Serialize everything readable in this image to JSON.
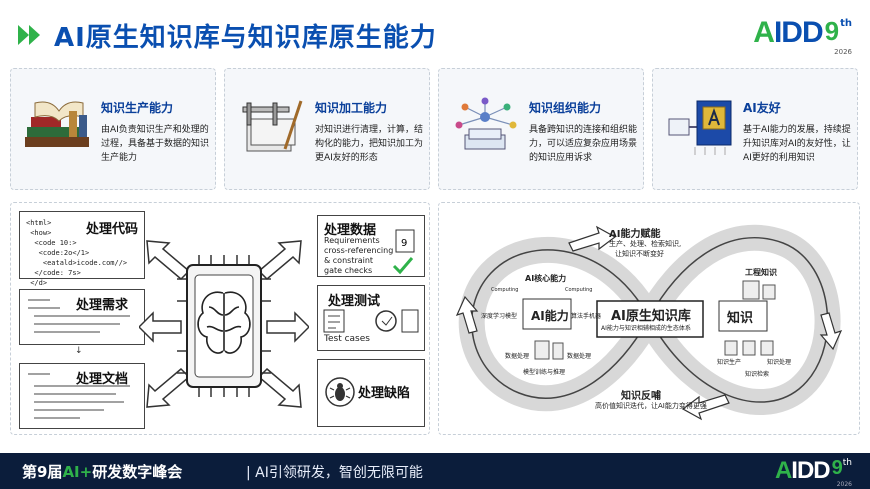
{
  "header": {
    "title": "AI原生知识库与知识库原生能力",
    "logo": {
      "a": "A",
      "rest": "IDD",
      "nine": "9",
      "th": "th",
      "year": "2026"
    }
  },
  "cards": [
    {
      "title": "知识生产能力",
      "desc": "由AI负责知识生产和处理的过程，具备基于数据的知识生产能力",
      "icon": "books-icon"
    },
    {
      "title": "知识加工能力",
      "desc": "对知识进行清理，计算，结构化的能力，把知识加工为更AI友好的形态",
      "icon": "caliper-icon"
    },
    {
      "title": "知识组织能力",
      "desc": "具备跨知识的连接和组织能力，可以适应复杂应用场景的知识应用诉求",
      "icon": "network-icon"
    },
    {
      "title": "AI友好",
      "desc": "基于AI能力的发展，持续提升知识库对AI的友好性，让AI更好的利用知识",
      "icon": "ai-chip-icon"
    }
  ],
  "left_panel": {
    "code_title": "处理代码",
    "code_lines": [
      "<html>",
      " <how>",
      "  <code 10:>",
      "   <code:2o</1>",
      "    <eatald>icode.com//>",
      "  </code: 7s>",
      " </d>"
    ],
    "req_title": "处理需求",
    "doc_title": "处理文档",
    "data_title": "处理数据",
    "data_sub": [
      "Requirements",
      "cross-referencing",
      "& constraint",
      "gate checks"
    ],
    "test_title": "处理测试",
    "test_sub": "Test cases",
    "bug_title": "处理缺陷"
  },
  "right_panel": {
    "top_title": "AI能力赋能",
    "top_sub": [
      "生产、处理、检索知识,",
      "让知识不断变好"
    ],
    "center_title": "AI原生知识库",
    "center_sub": "AI能力与知识相辅相成的生态体系",
    "left_core": "AI核心能力",
    "left_main": "AI能力",
    "left_items": [
      "深度学习模型",
      "算法手机器",
      "数据处理",
      "数据处理",
      "模型训练与推理",
      "Computing",
      "Computing"
    ],
    "right_top": "工程知识",
    "right_main": "知识",
    "right_items": [
      "知识生产",
      "知识处理",
      "知识检索"
    ],
    "bottom_title": "知识反哺",
    "bottom_sub": "高价值知识迭代，让AI能力变得更强"
  },
  "footer": {
    "title_pre": "第9届",
    "title_hl": "AI+",
    "title_post": "研发数字峰会",
    "slogan": "|  AI引领研发，智创无限可能",
    "logo": {
      "a": "A",
      "rest": "IDD",
      "nine": "9",
      "th": "th",
      "year": "2026"
    }
  },
  "colors": {
    "brand_blue": "#0a4fb0",
    "brand_green": "#2fb24a",
    "footer_bg": "#0b1d3b"
  }
}
